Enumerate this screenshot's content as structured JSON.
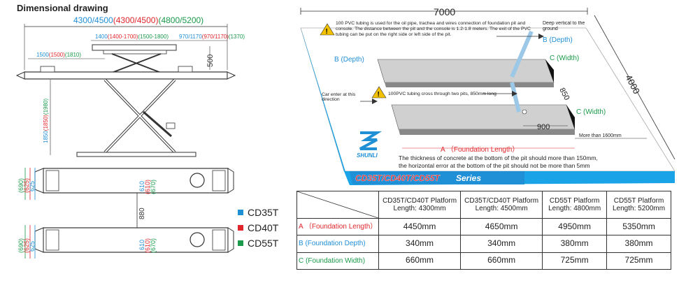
{
  "page_title": "Dimensional drawing",
  "colors": {
    "cd35t": "#1f8fd6",
    "cd40t": "#e0262b",
    "cd55t": "#1a9a4a",
    "blue_deck": "#1aa3e6",
    "warn": "#f2c100"
  },
  "side_view": {
    "overall_length": {
      "blue": "4300/4500",
      "red": "(4300/4500)",
      "green": "(4800/5200)"
    },
    "platform_len": {
      "blue": "1400",
      "red": "(1400-1700)",
      "green": "(1500-1800)"
    },
    "extension_len": {
      "blue": "970/1170",
      "red": "(970/1170)",
      "green": "(1370)"
    },
    "lower_len": {
      "blue": "1500",
      "red": "(1500)",
      "green": "(1810)"
    },
    "height_label": "500",
    "max_height": {
      "blue": "1850",
      "red": "(1850)",
      "green": "(1980)"
    }
  },
  "top_view": {
    "width_left": {
      "green": "(690)",
      "red": "(625)",
      "blue": "625"
    },
    "width_mid": {
      "blue": "610",
      "red": "(610)",
      "green": "(670)"
    },
    "spacing": "880"
  },
  "legend": [
    {
      "label": "CD35T",
      "color": "#1f8fd6"
    },
    {
      "label": "CD40T",
      "color": "#e0262b"
    },
    {
      "label": "CD55T",
      "color": "#1a9a4a"
    }
  ],
  "pit": {
    "length_label": "7000",
    "width_label": "4000",
    "note1": "100 PVC tubing is used for the oil pipe, trachea and wires connection of foundation pit and console. The distance between the pit and the console is 1.2-1.8 meters. The exit of the PVC tubing can be put on the right side or left side of the pit.",
    "deep_vertical": "Deep vertical to the ground",
    "b_depth_top": "B (Depth)",
    "b_depth_left": "B (Depth)",
    "c_width_top": "C (Width)",
    "c_width_bottom": "C (Width)",
    "dim_850": "850",
    "car_enter": "Car enter at this direction",
    "note2": "100PVC tubing cross through two pits, 850mm long",
    "dim_900": "900",
    "more_than": "More than 1600mm",
    "a_length": "A （Foundation Length）",
    "concrete_note1": "The  thickness of concrete at the bottom of the pit should more than 150mm,",
    "concrete_note2": "the horizontal error at the bottom of the pit should not be more than 5mm",
    "brand": "SHUNLI",
    "series": "CD35T/CD40T/CD55T",
    "series_word": "Series"
  },
  "table": {
    "headers": [
      "CD35T/CD40T Platform Length: 4300mm",
      "CD35T/CD40T Platform Length: 4500mm",
      "CD55T Platform Length: 4800mm",
      "CD55T Platform Length: 5200mm"
    ],
    "rows": [
      {
        "label": "A （Foundation Length）",
        "label_color": "#e0262b",
        "values": [
          "4450mm",
          "4650mm",
          "4950mm",
          "5350mm"
        ]
      },
      {
        "label": "B (Foundation Depth)",
        "label_color": "#1f8fd6",
        "values": [
          "340mm",
          "340mm",
          "380mm",
          "380mm"
        ]
      },
      {
        "label": "C (Foundation Width)",
        "label_color": "#1a9a4a",
        "values": [
          "660mm",
          "660mm",
          "725mm",
          "725mm"
        ]
      }
    ]
  }
}
